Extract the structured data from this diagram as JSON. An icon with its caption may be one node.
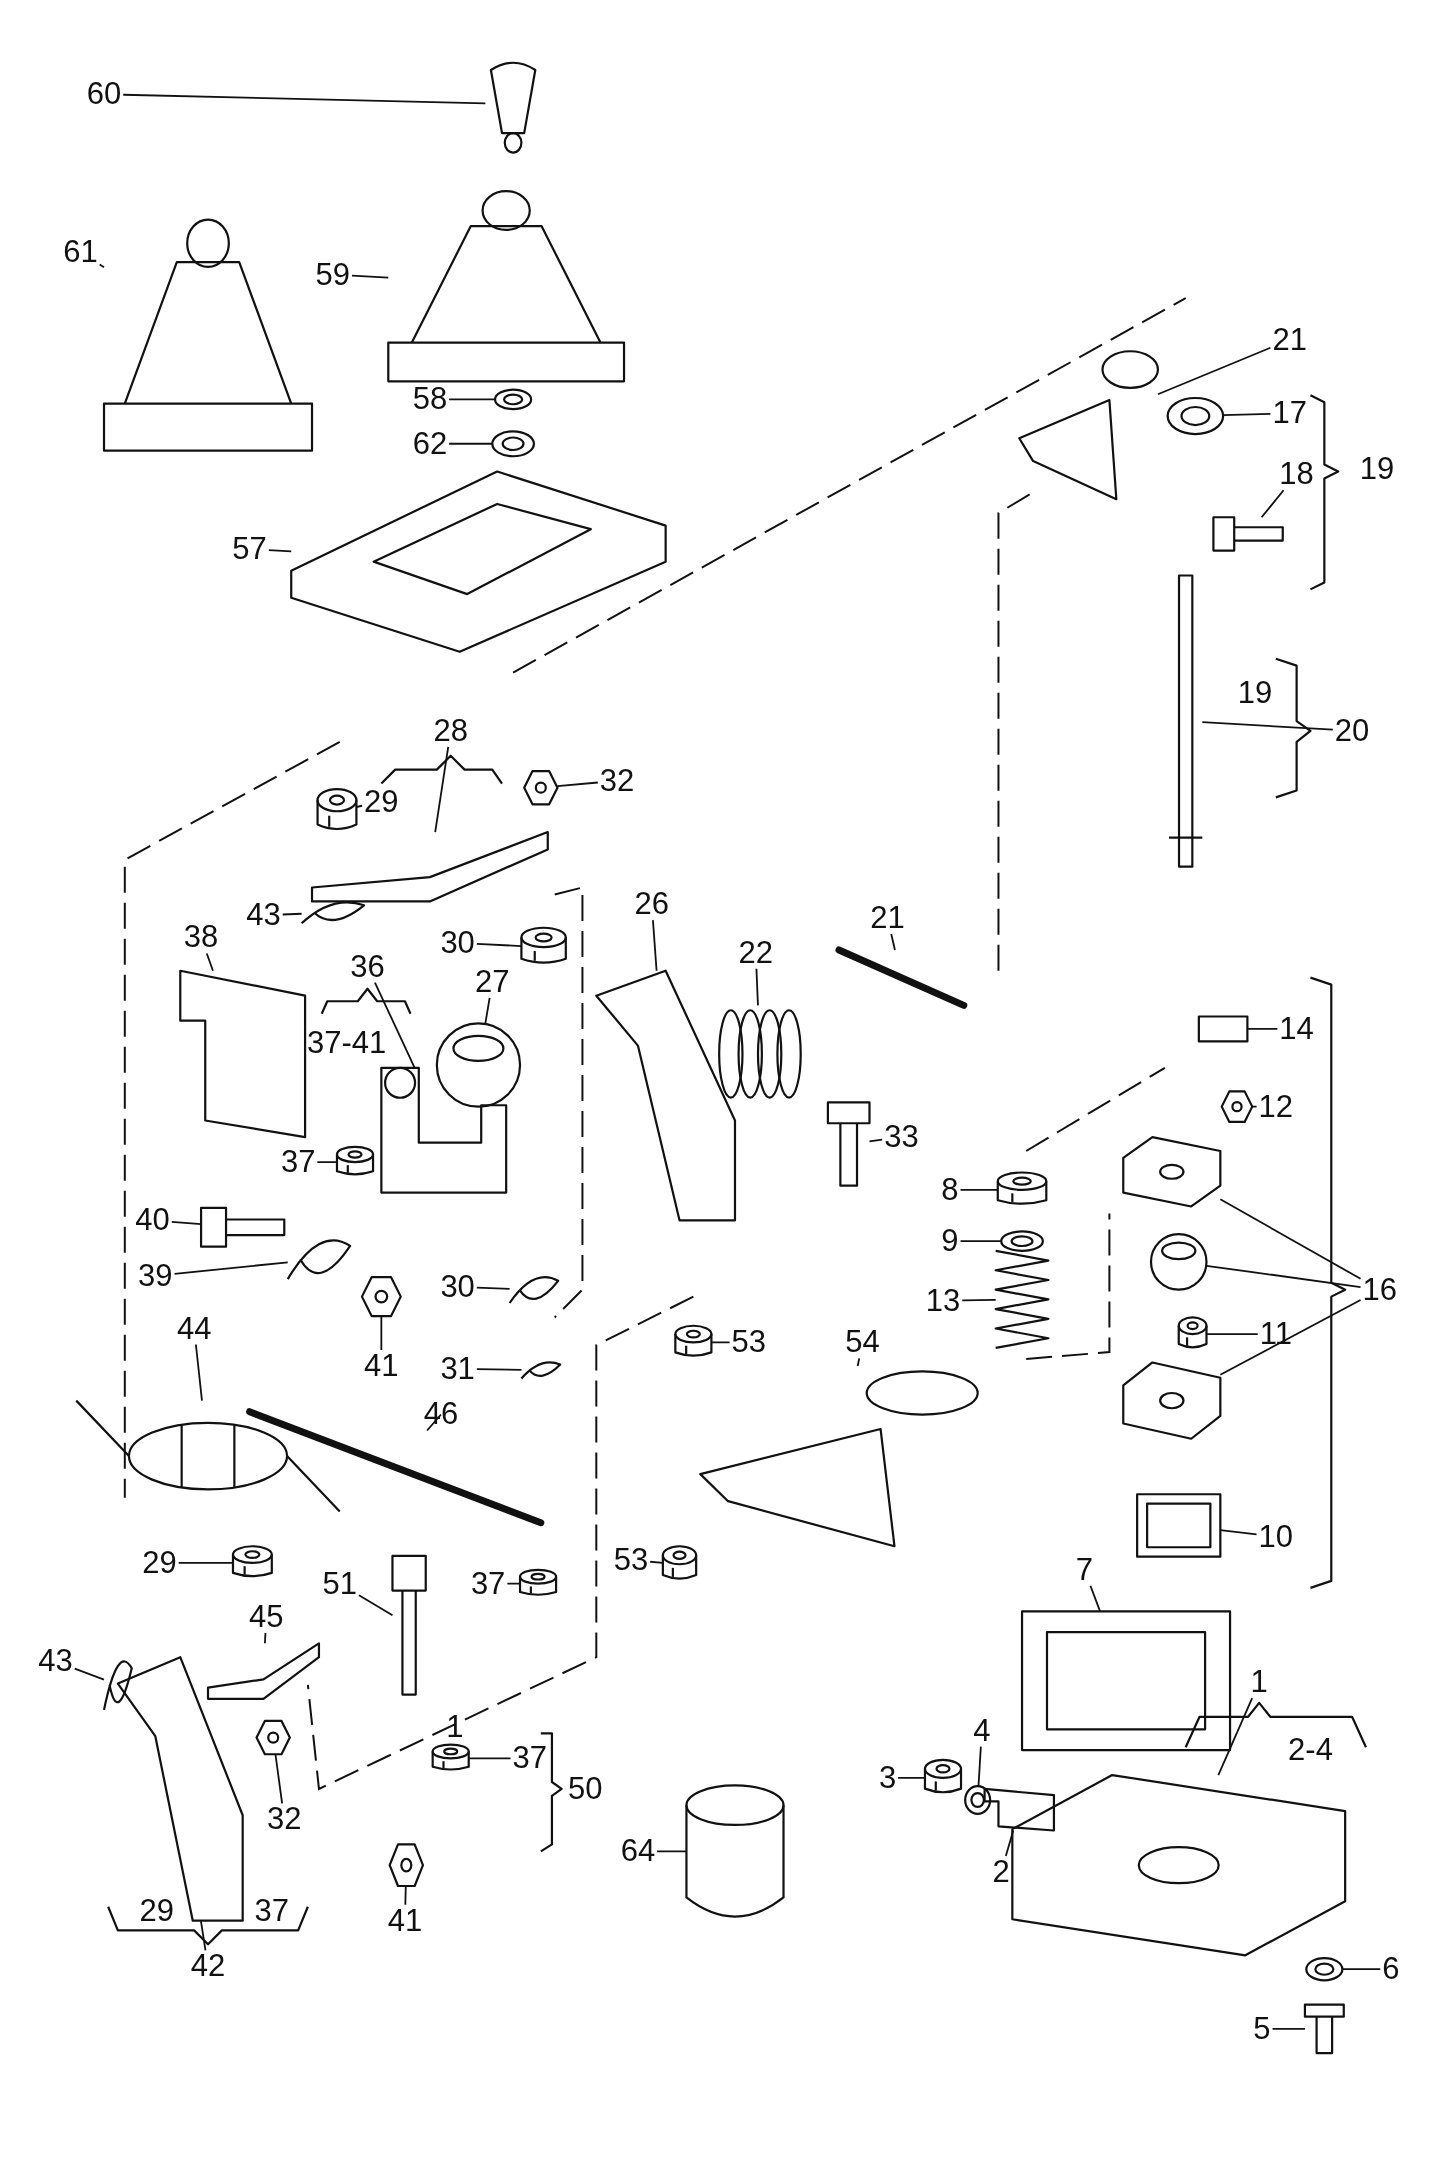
{
  "diagram": {
    "nodes": [
      {
        "text": [
          "60"
        ]
      },
      {
        "text": [],
        "shape": "picture"
      },
      {
        "text": [
          "61"
        ]
      },
      {
        "text": [],
        "shape": "picture"
      },
      {
        "text": [
          "59"
        ]
      },
      {
        "text": [],
        "shape": "picture"
      },
      {
        "text": [
          "58"
        ]
      },
      {
        "text": [],
        "shape": "picture"
      },
      {
        "text": [
          "62"
        ]
      },
      {
        "text": [],
        "shape": "picture"
      },
      {
        "text": [
          "57"
        ]
      },
      {
        "text": [],
        "shape": "picture"
      },
      {
        "text": [
          "21"
        ]
      },
      {
        "text": [],
        "shape": "picture"
      },
      {
        "text": [
          "17"
        ]
      },
      {
        "text": [],
        "shape": "picture"
      },
      {
        "text": [
          "18"
        ]
      },
      {
        "text": [],
        "shape": "picture"
      },
      {
        "text": [
          "20"
        ]
      },
      {
        "text": [],
        "shape": "picture"
      },
      {
        "text": [
          "28"
        ]
      },
      {
        "text": [],
        "shape": "picture"
      },
      {
        "text": [
          "29"
        ]
      },
      {
        "text": [],
        "shape": "picture"
      },
      {
        "text": [
          "32"
        ]
      },
      {
        "text": [],
        "shape": "picture"
      },
      {
        "text": [
          "43"
        ]
      },
      {
        "text": [],
        "shape": "picture"
      },
      {
        "text": [
          "30"
        ]
      },
      {
        "text": [],
        "shape": "picture"
      },
      {
        "text": [
          "26"
        ]
      },
      {
        "text": [],
        "shape": "picture"
      },
      {
        "text": [
          "21"
        ]
      },
      {
        "text": [],
        "shape": "picture"
      },
      {
        "text": [
          "22"
        ]
      },
      {
        "text": [],
        "shape": "picture"
      },
      {
        "text": [
          "38"
        ]
      },
      {
        "text": [],
        "shape": "picture"
      },
      {
        "text": [
          "36"
        ]
      },
      {
        "text": [],
        "shape": "picture"
      },
      {
        "text": [
          "27"
        ]
      },
      {
        "text": [],
        "shape": "picture"
      },
      {
        "text": [
          "37"
        ]
      },
      {
        "text": [],
        "shape": "picture"
      },
      {
        "text": [
          "40"
        ]
      },
      {
        "text": [],
        "shape": "picture"
      },
      {
        "text": [
          "39"
        ]
      },
      {
        "text": [],
        "shape": "picture"
      },
      {
        "text": [
          "41"
        ]
      },
      {
        "text": [],
        "shape": "picture"
      },
      {
        "text": [
          "30"
        ]
      },
      {
        "text": [],
        "shape": "picture"
      },
      {
        "text": [
          "31"
        ]
      },
      {
        "text": [],
        "shape": "picture"
      },
      {
        "text": [
          "33"
        ]
      },
      {
        "text": [],
        "shape": "picture"
      },
      {
        "text": [
          "14"
        ]
      },
      {
        "text": [],
        "shape": "picture"
      },
      {
        "text": [
          "12"
        ]
      },
      {
        "text": [],
        "shape": "picture"
      },
      {
        "text": [
          "8"
        ]
      },
      {
        "text": [],
        "shape": "picture"
      },
      {
        "text": [
          "9"
        ]
      },
      {
        "text": [],
        "shape": "picture"
      },
      {
        "text": [
          "13"
        ]
      },
      {
        "text": [],
        "shape": "picture"
      },
      {
        "text": [
          "16"
        ]
      },
      {
        "text": [],
        "shape": "picture"
      },
      {
        "text": [],
        "shape": "picture"
      },
      {
        "text": [],
        "shape": "picture"
      },
      {
        "text": [
          "11"
        ]
      },
      {
        "text": [],
        "shape": "picture"
      },
      {
        "text": [
          "10"
        ]
      },
      {
        "text": [],
        "shape": "picture"
      },
      {
        "text": [
          "53"
        ]
      },
      {
        "text": [],
        "shape": "picture"
      },
      {
        "text": [
          "54"
        ]
      },
      {
        "text": [],
        "shape": "picture"
      },
      {
        "text": [
          "53"
        ]
      },
      {
        "text": [],
        "shape": "picture"
      },
      {
        "text": [
          "44"
        ]
      },
      {
        "text": [],
        "shape": "picture"
      },
      {
        "text": [
          "46"
        ]
      },
      {
        "text": [],
        "shape": "picture"
      },
      {
        "text": [
          "29"
        ]
      },
      {
        "text": [],
        "shape": "picture"
      },
      {
        "text": [
          "51"
        ]
      },
      {
        "text": [],
        "shape": "picture"
      },
      {
        "text": [
          "37"
        ]
      },
      {
        "text": [],
        "shape": "picture"
      },
      {
        "text": [
          "43"
        ]
      },
      {
        "text": [],
        "shape": "picture"
      },
      {
        "text": [
          "45"
        ]
      },
      {
        "text": [],
        "shape": "picture"
      },
      {
        "text": [
          "32"
        ]
      },
      {
        "text": [],
        "shape": "picture"
      },
      {
        "text": [
          "37"
        ]
      },
      {
        "text": [],
        "shape": "picture"
      },
      {
        "text": [
          "41"
        ]
      },
      {
        "text": [],
        "shape": "picture"
      },
      {
        "text": [
          "42"
        ]
      },
      {
        "text": [],
        "shape": "picture"
      },
      {
        "text": [
          "7"
        ]
      },
      {
        "text": [],
        "shape": "picture"
      },
      {
        "text": [
          "1"
        ]
      },
      {
        "text": [],
        "shape": "picture"
      },
      {
        "text": [
          "3"
        ]
      },
      {
        "text": [],
        "shape": "picture"
      },
      {
        "text": [
          "4"
        ]
      },
      {
        "text": [],
        "shape": "picture"
      },
      {
        "text": [
          "2"
        ]
      },
      {
        "text": [],
        "shape": "picture"
      },
      {
        "text": [
          "6"
        ]
      },
      {
        "text": [],
        "shape": "picture"
      },
      {
        "text": [
          "5"
        ]
      },
      {
        "text": [],
        "shape": "picture"
      },
      {
        "text": [
          "64"
        ]
      },
      {
        "text": [],
        "shape": "picture"
      }
    ],
    "edges": [
      {
        "from": 0,
        "to": 1,
        "arrow": "none"
      },
      {
        "from": 2,
        "to": 3,
        "arrow": "none"
      },
      {
        "from": 4,
        "to": 5,
        "arrow": "none"
      },
      {
        "from": 6,
        "to": 7,
        "arrow": "none"
      },
      {
        "from": 8,
        "to": 9,
        "arrow": "none"
      },
      {
        "from": 10,
        "to": 11,
        "arrow": "none"
      },
      {
        "from": 12,
        "to": 13,
        "arrow": "none"
      },
      {
        "from": 14,
        "to": 15,
        "arrow": "none"
      },
      {
        "from": 16,
        "to": 17,
        "arrow": "none"
      },
      {
        "from": 18,
        "to": 19,
        "arrow": "none"
      },
      {
        "from": 20,
        "to": 21,
        "arrow": "none"
      },
      {
        "from": 22,
        "to": 23,
        "arrow": "none"
      },
      {
        "from": 24,
        "to": 25,
        "arrow": "none"
      },
      {
        "from": 26,
        "to": 27,
        "arrow": "none"
      },
      {
        "from": 28,
        "to": 29,
        "arrow": "none"
      },
      {
        "from": 30,
        "to": 31,
        "arrow": "none"
      },
      {
        "from": 32,
        "to": 33,
        "arrow": "none"
      },
      {
        "from": 34,
        "to": 35,
        "arrow": "none"
      },
      {
        "from": 36,
        "to": 37,
        "arrow": "none"
      },
      {
        "from": 38,
        "to": 39,
        "arrow": "none"
      },
      {
        "from": 40,
        "to": 41,
        "arrow": "none"
      },
      {
        "from": 42,
        "to": 43,
        "arrow": "none"
      },
      {
        "from": 44,
        "to": 45,
        "arrow": "none"
      },
      {
        "from": 46,
        "to": 47,
        "arrow": "none"
      },
      {
        "from": 48,
        "to": 49,
        "arrow": "none"
      },
      {
        "from": 50,
        "to": 51,
        "arrow": "none"
      },
      {
        "from": 52,
        "to": 53,
        "arrow": "none"
      },
      {
        "from": 54,
        "to": 55,
        "arrow": "none"
      },
      {
        "from": 56,
        "to": 57,
        "arrow": "none"
      },
      {
        "from": 58,
        "to": 59,
        "arrow": "none"
      },
      {
        "from": 60,
        "to": 61,
        "arrow": "none"
      },
      {
        "from": 62,
        "to": 63,
        "arrow": "none"
      },
      {
        "from": 64,
        "to": 65,
        "arrow": "none"
      },
      {
        "from": 66,
        "to": 67,
        "arrow": "none"
      },
      {
        "from": 66,
        "to": 68,
        "arrow": "none"
      },
      {
        "from": 66,
        "to": 69,
        "arrow": "none"
      },
      {
        "from": 70,
        "to": 71,
        "arrow": "none"
      },
      {
        "from": 72,
        "to": 73,
        "arrow": "none"
      },
      {
        "from": 74,
        "to": 75,
        "arrow": "none"
      },
      {
        "from": 76,
        "to": 77,
        "arrow": "none"
      },
      {
        "from": 78,
        "to": 79,
        "arrow": "none"
      },
      {
        "from": 80,
        "to": 81,
        "arrow": "none"
      },
      {
        "from": 82,
        "to": 83,
        "arrow": "none"
      },
      {
        "from": 84,
        "to": 85,
        "arrow": "none"
      },
      {
        "from": 86,
        "to": 87,
        "arrow": "none"
      },
      {
        "from": 88,
        "to": 89,
        "arrow": "none"
      },
      {
        "from": 90,
        "to": 91,
        "arrow": "none"
      },
      {
        "from": 92,
        "to": 93,
        "arrow": "none"
      },
      {
        "from": 94,
        "to": 95,
        "arrow": "none"
      },
      {
        "from": 96,
        "to": 97,
        "arrow": "none"
      },
      {
        "from": 98,
        "to": 99,
        "arrow": "none"
      },
      {
        "from": 100,
        "to": 101,
        "arrow": "none"
      },
      {
        "from": 102,
        "to": 103,
        "arrow": "none"
      },
      {
        "from": 104,
        "to": 105,
        "arrow": "none"
      },
      {
        "from": 106,
        "to": 107,
        "arrow": "none"
      },
      {
        "from": 108,
        "to": 109,
        "arrow": "none"
      },
      {
        "from": 110,
        "to": 111,
        "arrow": "none"
      },
      {
        "from": 112,
        "to": 113,
        "arrow": "none"
      },
      {
        "from": 114,
        "to": 115,
        "arrow": "none"
      },
      {
        "from": 116,
        "to": 117,
        "arrow": "none"
      }
    ],
    "labels": [
      "19",
      "19",
      "37-41",
      "2-4",
      "50",
      "1",
      "29",
      "37"
    ]
  }
}
